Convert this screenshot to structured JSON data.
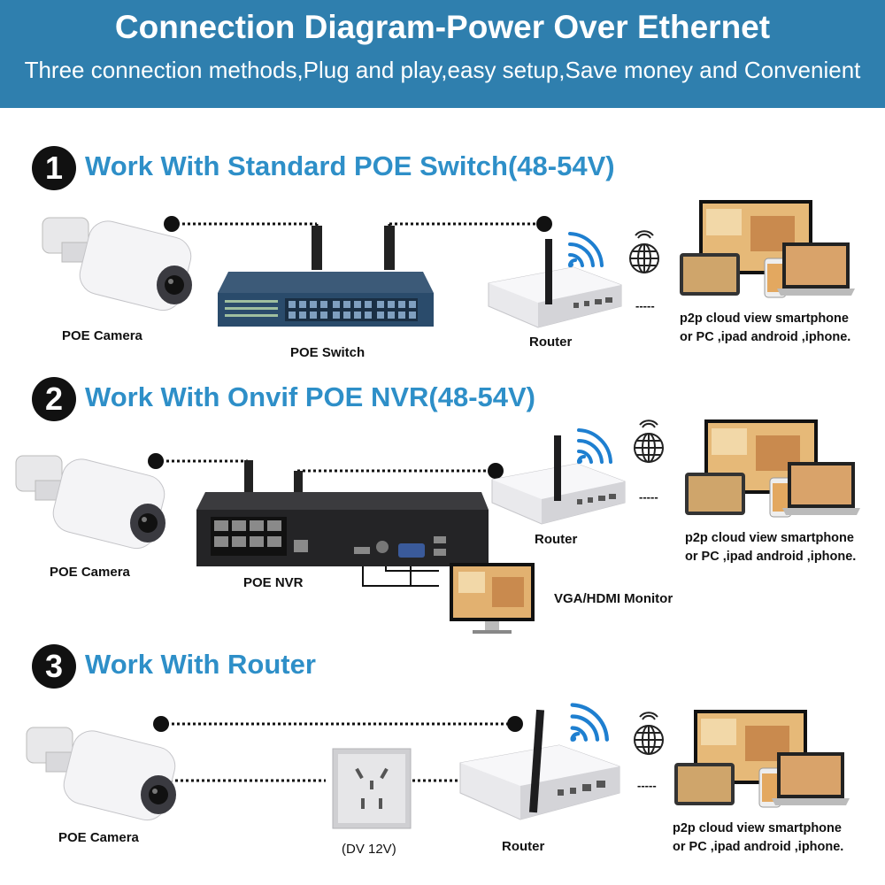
{
  "header": {
    "title": "Connection Diagram-Power Over Ethernet",
    "subtitle": "Three connection methods,Plug and play,easy setup,Save money and Convenient"
  },
  "sections": [
    {
      "number": "1",
      "title": "Work With Standard POE Switch(48-54V)",
      "camera_label": "POE Camera",
      "device_label": "POE Switch",
      "router_label": "Router",
      "dash": "-----",
      "cloud_lines": [
        "p2p cloud view smartphone",
        "or PC ,ipad android ,iphone."
      ]
    },
    {
      "number": "2",
      "title": "Work With Onvif POE NVR(48-54V)",
      "camera_label": "POE Camera",
      "device_label": "POE NVR",
      "monitor_label": "VGA/HDMI Monitor",
      "router_label": "Router",
      "dash": "-----",
      "cloud_lines": [
        "p2p cloud view smartphone",
        "or PC ,ipad android ,iphone."
      ]
    },
    {
      "number": "3",
      "title": "Work With Router",
      "camera_label": "POE Camera",
      "device_label": "(DV 12V)",
      "router_label": "Router",
      "dash": "-----",
      "cloud_lines": [
        "p2p cloud view smartphone",
        "or PC ,ipad android ,iphone."
      ]
    }
  ],
  "colors": {
    "header_bg": "#2f7fae",
    "section_title": "#2e8fc8",
    "wifi": "#1e7fd0"
  },
  "icons": [
    "camera-icon",
    "switch-icon",
    "router-icon",
    "wifi-icon",
    "globe-icon",
    "devices-icon",
    "nvr-icon",
    "monitor-icon",
    "power-socket-icon"
  ]
}
